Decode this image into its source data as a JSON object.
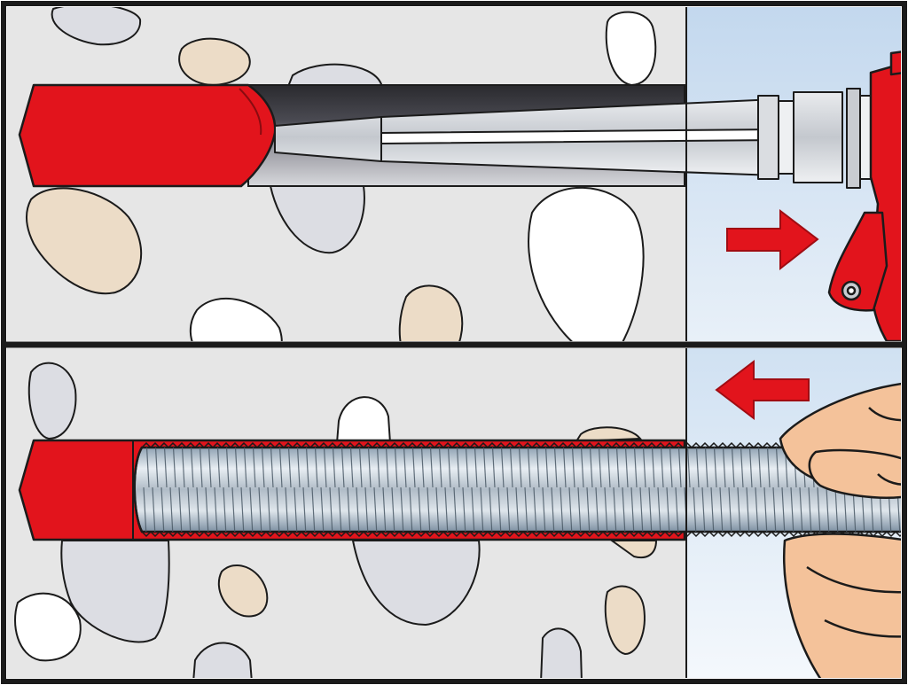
{
  "colors": {
    "concrete": "#e6e6e6",
    "air": "#c9dcef",
    "mortar_red": "#e2141c",
    "outline": "#1b1b1b",
    "stone_beige": "#ecdcc7",
    "stone_grey": "#dcdde3",
    "stone_white": "#ffffff",
    "nozzle_grey": "#c9ccd1",
    "steel": "#b8c2cc",
    "hand": "#f4c29a"
  },
  "panels": [
    {
      "step": "inject-mortar",
      "arrow_direction": "right",
      "tool": "injection-gun-with-mixing-nozzle"
    },
    {
      "step": "insert-threaded-rod",
      "arrow_direction": "left",
      "tool": "threaded-rod-held-by-hand"
    }
  ],
  "icons": {
    "panel1_arrow": "arrow-right-icon",
    "panel2_arrow": "arrow-left-icon"
  }
}
